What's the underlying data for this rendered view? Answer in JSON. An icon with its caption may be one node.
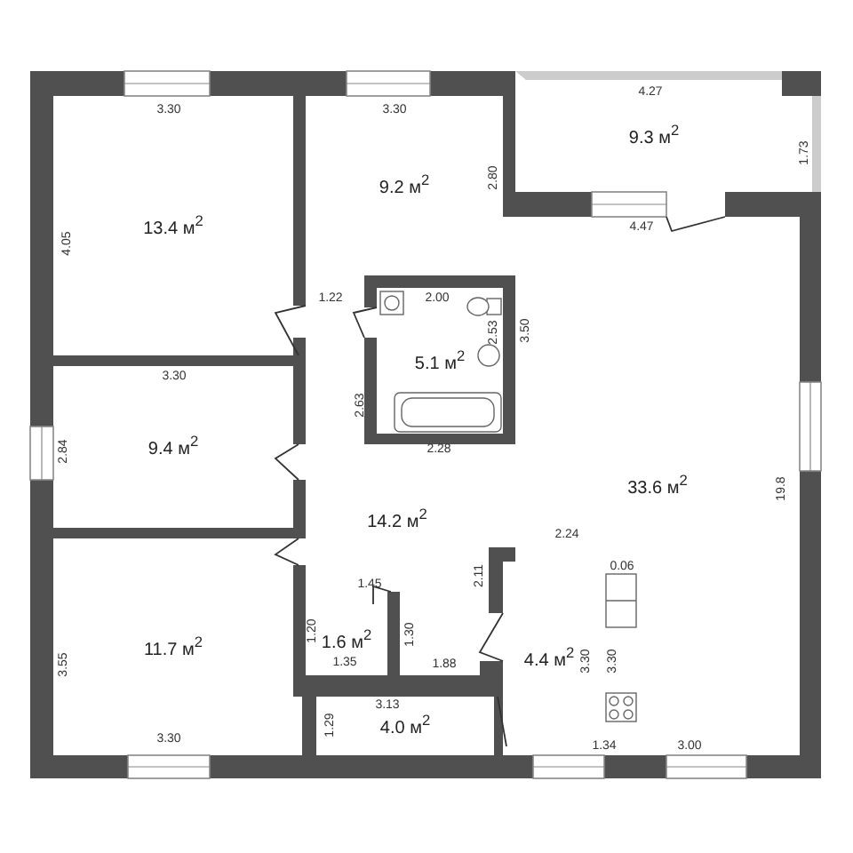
{
  "diagram": {
    "nodes": [
      {
        "text": [
          "13.4 м$^{2}$"
        ]
      },
      {
        "text": [
          "9.2 м$^{2}$"
        ]
      },
      {
        "text": [
          "9.3 м$^{2}$"
        ]
      },
      {
        "text": [
          "5.1 м$^{2}$"
        ]
      },
      {
        "text": [
          "9.4 м$^{2}$"
        ]
      },
      {
        "text": [
          "33.6 м$^{2}$"
        ]
      },
      {
        "text": [
          "14.2 м$^{2}$"
        ]
      },
      {
        "text": [
          "11.7 м$^{2}$"
        ]
      },
      {
        "text": [
          "1.6 м$^{2}$"
        ]
      },
      {
        "text": [
          "4.4 м$^{2}$"
        ]
      },
      {
        "text": [
          "4.0 м$^{2}$"
        ]
      }
    ],
    "labels": [
      "4.27",
      "3.30",
      "3.30",
      "1.73",
      "2.80",
      "4.47",
      "4.05",
      "1.22",
      "2.00",
      "2.53",
      "3.50",
      "3.30",
      "2.63",
      "2.84",
      "2.28",
      "19.8",
      "2.24",
      "0.06",
      "2.11",
      "1.45",
      "1.20",
      "1.30",
      "3.30",
      "3.30",
      "1.35",
      "1.88",
      "3.55",
      "3.13",
      "1.29",
      "1.34",
      "3.00",
      "3.30"
    ]
  }
}
